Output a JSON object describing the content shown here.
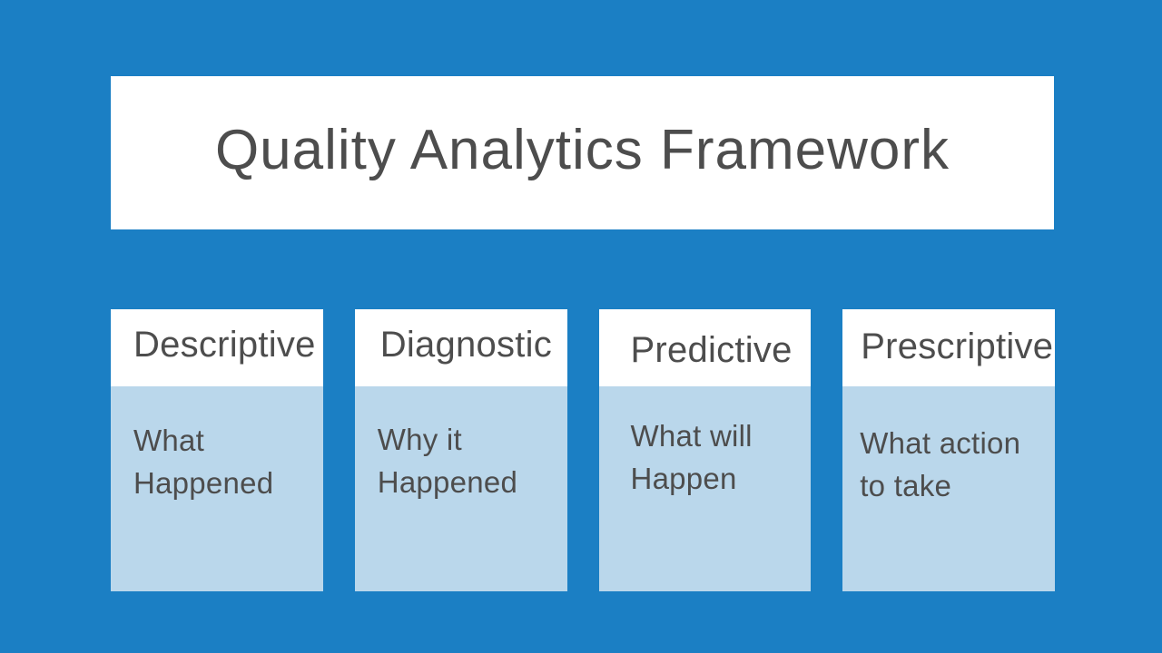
{
  "slide": {
    "title": "Quality Analytics Framework",
    "colors": {
      "background": "#1B7FC4",
      "card_bg": "#FFFFFF",
      "card_body_bg": "#BAD7EB",
      "text": "#4D4D4D"
    },
    "columns": [
      {
        "header": "Descriptive",
        "body_lines": [
          "What",
          "Happened"
        ]
      },
      {
        "header": "Diagnostic",
        "body_lines": [
          "Why it",
          "Happened"
        ]
      },
      {
        "header": "Predictive",
        "body_lines": [
          "What will",
          "Happen"
        ]
      },
      {
        "header": "Prescriptive",
        "body_lines": [
          "What action",
          "to take"
        ]
      }
    ]
  }
}
